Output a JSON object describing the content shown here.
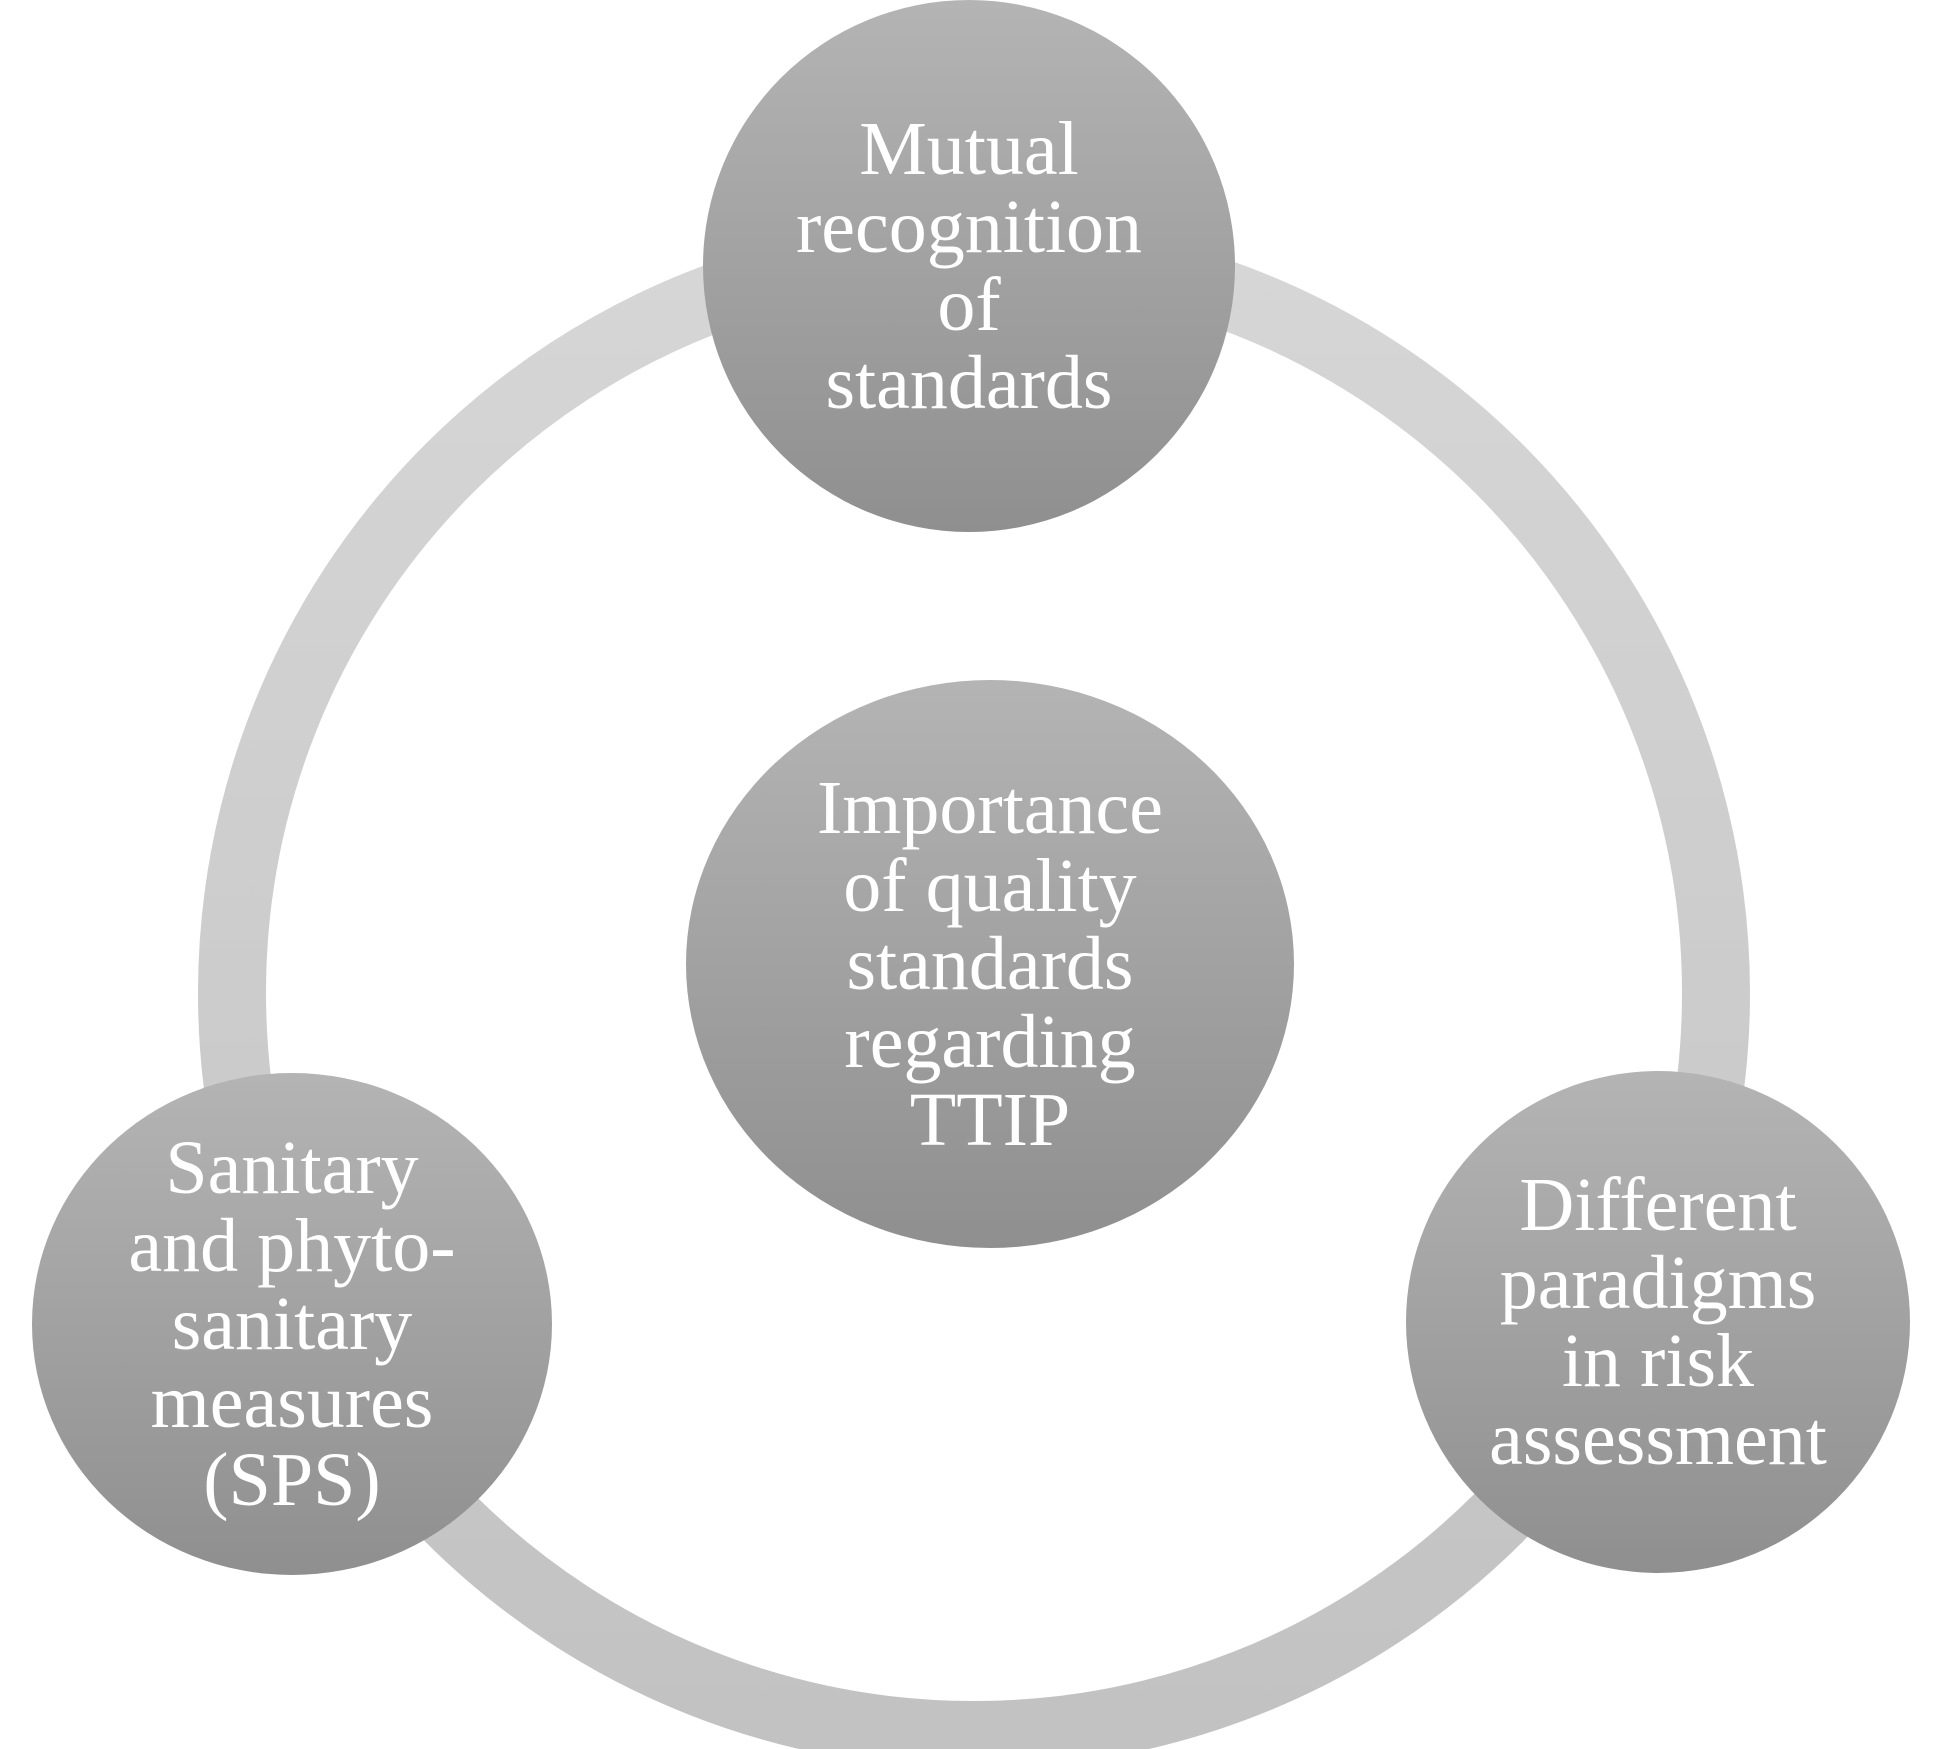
{
  "colors": {
    "ring_top": "#d6d6d6",
    "ring_bottom": "#c2c2c2",
    "node_top": "#b4b4b4",
    "node_bottom": "#8f8f8f",
    "label": "#ffffff"
  },
  "nodes": {
    "top": {
      "label": "Mutual\nrecognition\nof\nstandards"
    },
    "center": {
      "label": "Importance\nof quality\nstandards\nregarding\nTTIP"
    },
    "left": {
      "label": "Sanitary\nand phyto-\nsanitary\nmeasures\n(SPS)"
    },
    "right": {
      "label": "Different\nparadigms\nin risk\nassessment"
    }
  }
}
